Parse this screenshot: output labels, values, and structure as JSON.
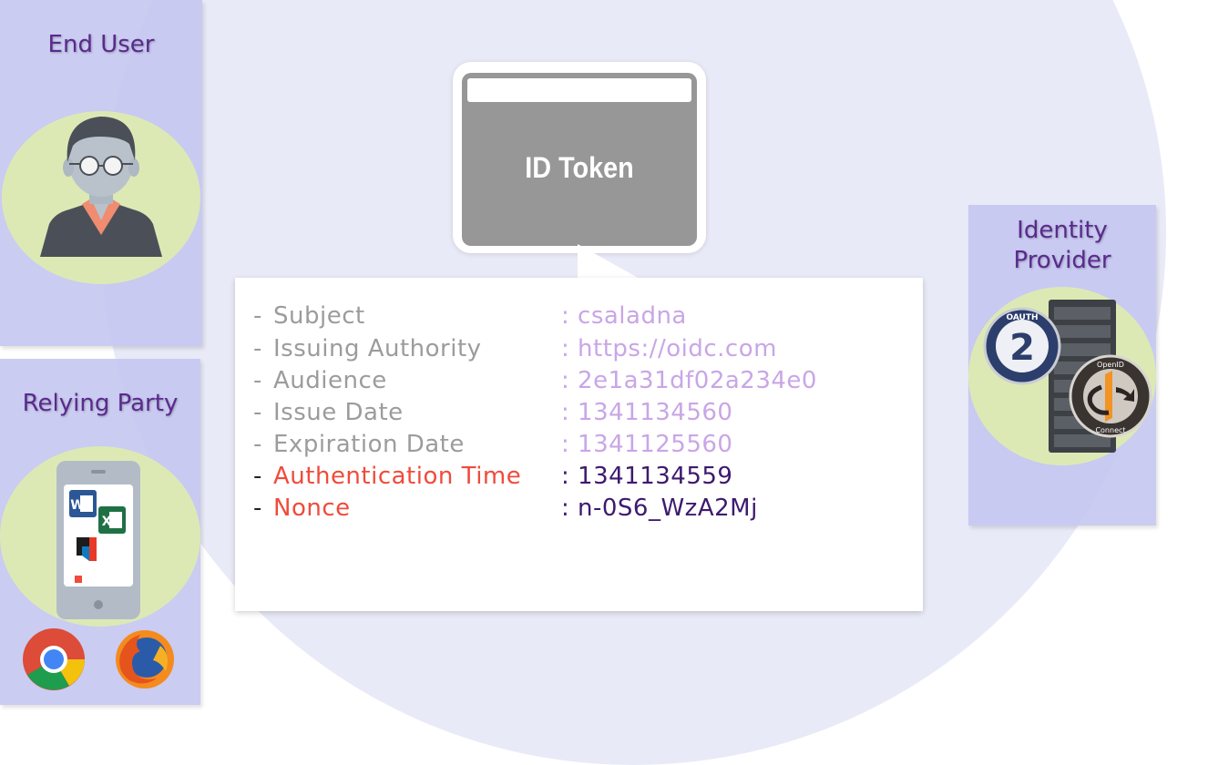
{
  "panels": {
    "end_user": {
      "title": "End User"
    },
    "relying_party": {
      "title": "Relying Party"
    },
    "identity_provider": {
      "title_line1": "Identity",
      "title_line2": "Provider"
    }
  },
  "token": {
    "label": "ID Token"
  },
  "claims": [
    {
      "dash": "-",
      "key": "Subject",
      "value": ": csaladna",
      "highlight": false
    },
    {
      "dash": "-",
      "key": "Issuing Authority",
      "value": ": https://oidc.com",
      "highlight": false
    },
    {
      "dash": "-",
      "key": "Audience",
      "value": ": 2e1a31df02a234e0",
      "highlight": false
    },
    {
      "dash": "-",
      "key": "Issue Date",
      "value": ": 1341134560",
      "highlight": false
    },
    {
      "dash": "-",
      "key": "Expiration Date",
      "value": ": 1341125560",
      "highlight": false
    },
    {
      "dash": "-",
      "key": "Authentication Time",
      "value": ": 1341134559",
      "highlight": true
    },
    {
      "dash": "-",
      "key": "Nonce",
      "value": ": n-0S6_WzA2Mj",
      "highlight": true
    }
  ],
  "logos": {
    "oauth_number": "2",
    "oauth_text": "OAUTH",
    "openid_text_top": "OpenID",
    "openid_text_bottom": "Connect"
  },
  "colors": {
    "title": "#5a2a8c",
    "dim_key": "#9c9c9c",
    "dim_value": "#c9a6e6",
    "hot_key": "#f04b3b",
    "hot_value": "#3d1a6e"
  },
  "icons": [
    "user-avatar-icon",
    "smartphone-icon",
    "word-app-icon",
    "excel-app-icon",
    "chrome-icon",
    "firefox-icon",
    "server-icon",
    "oauth-logo",
    "openid-connect-logo"
  ]
}
